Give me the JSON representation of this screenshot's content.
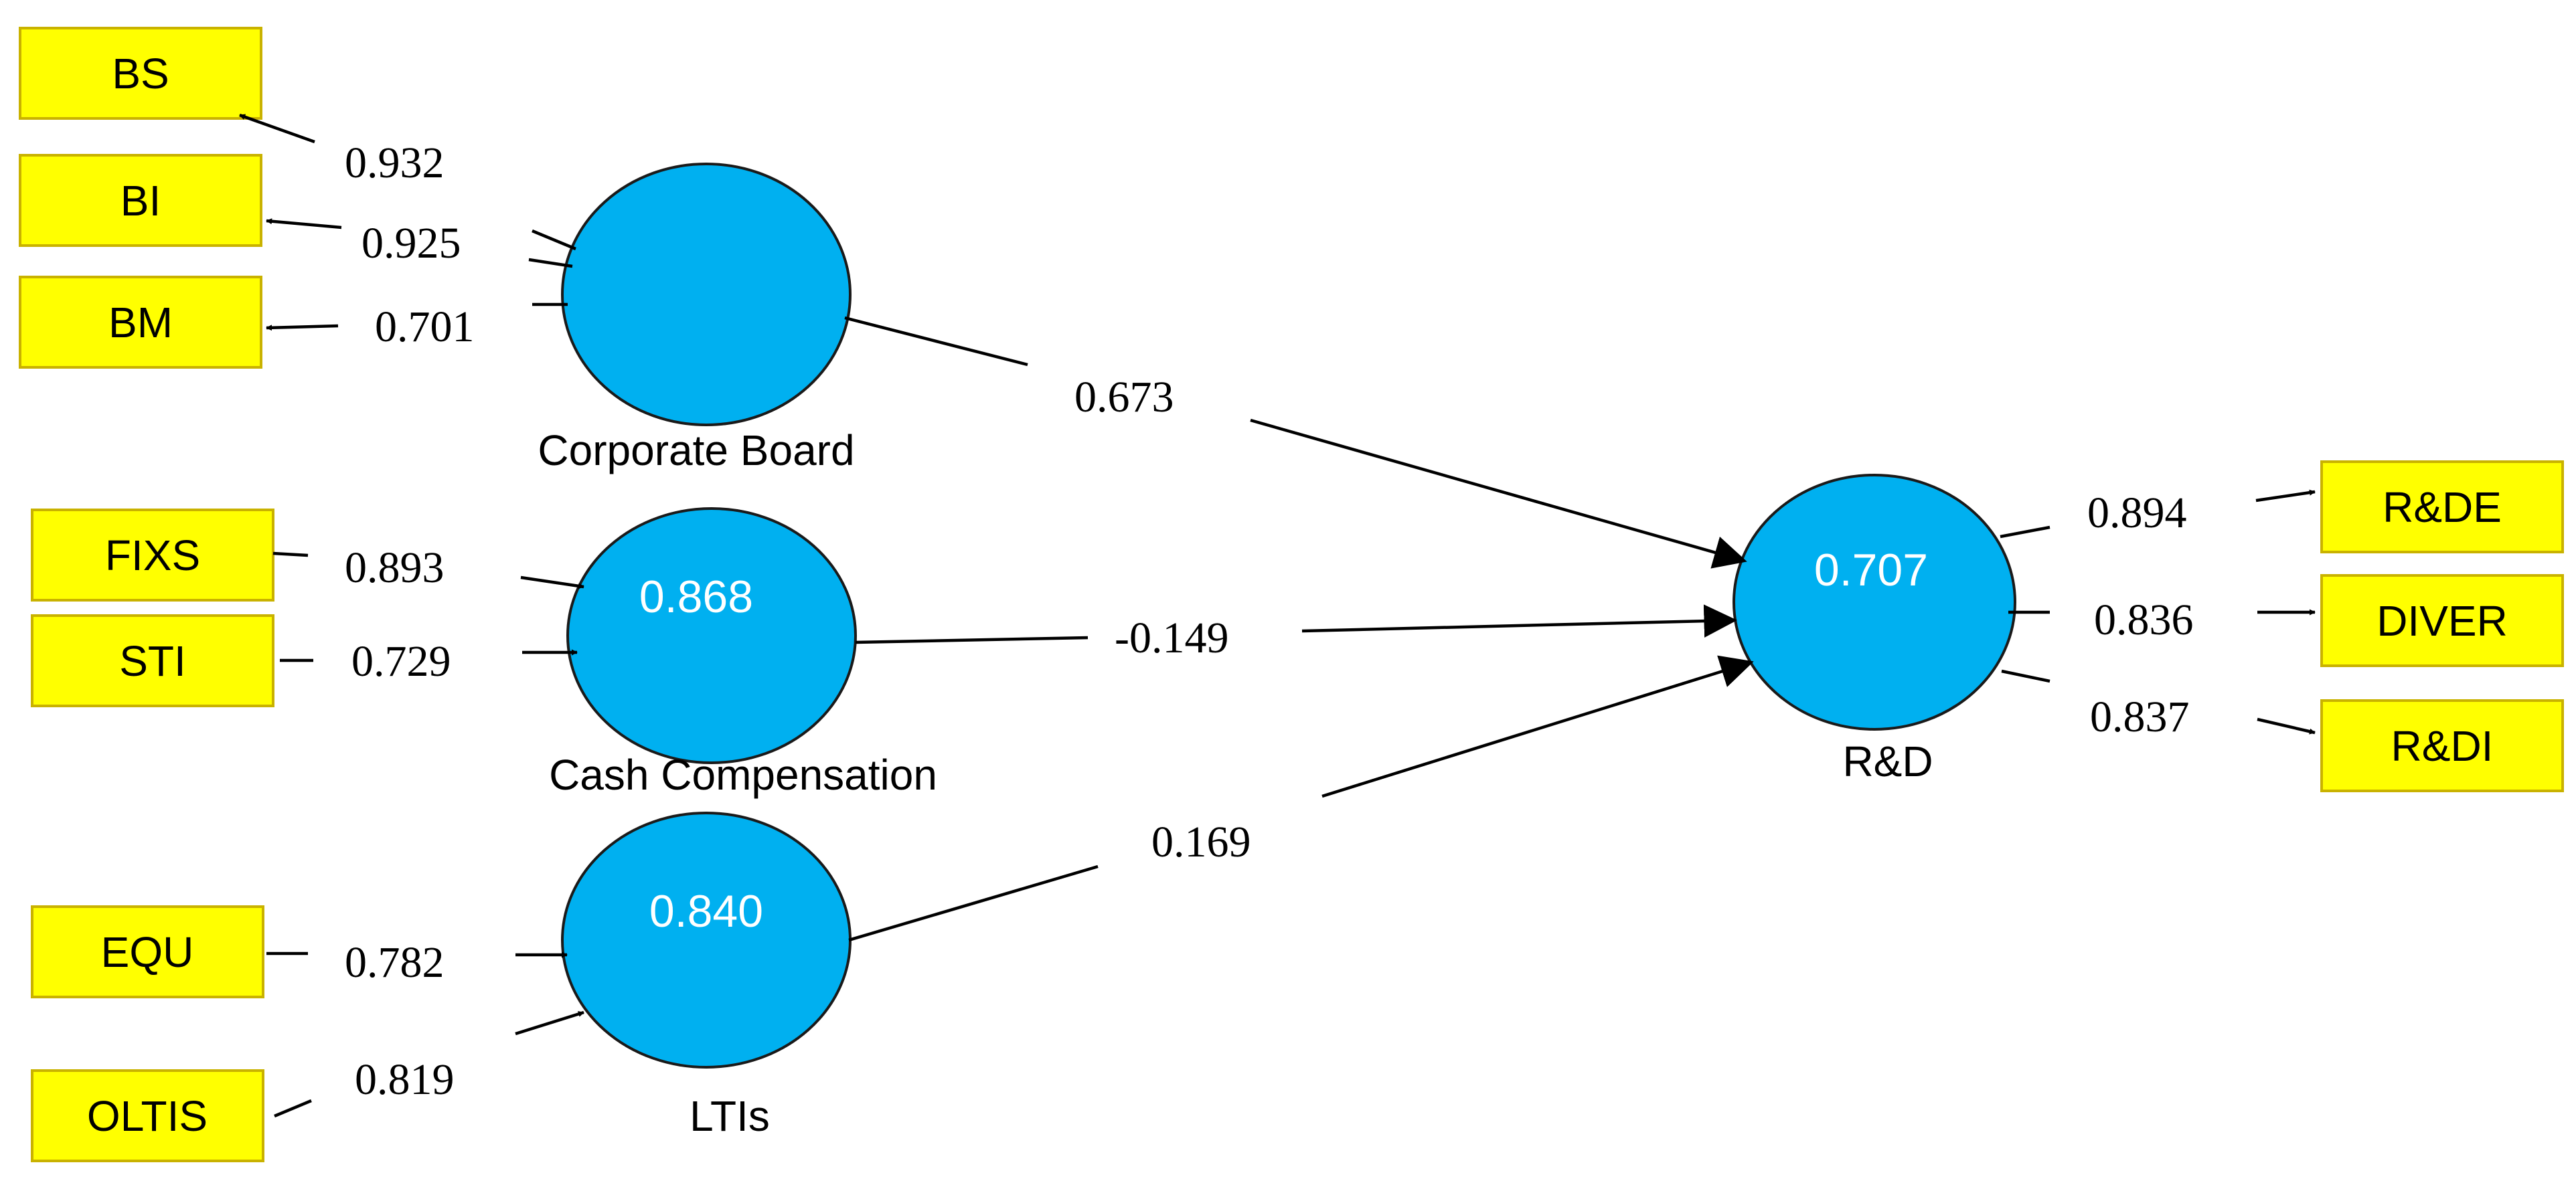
{
  "indicators": {
    "bs": "BS",
    "bi": "BI",
    "bm": "BM",
    "fixs": "FIXS",
    "sti": "STI",
    "equ": "EQU",
    "oltis": "OLTIS",
    "rdde": "R&DE",
    "diver": "DIVER",
    "rdi": "R&DI"
  },
  "constructs": {
    "board": {
      "name": "Corporate Board",
      "r2": ""
    },
    "cash": {
      "name": "Cash Compensation",
      "r2": "0.868"
    },
    "ltis": {
      "name": "LTIs",
      "r2": "0.840"
    },
    "rd": {
      "name": "R&D",
      "r2": "0.707"
    }
  },
  "loadings": {
    "bs": "0.932",
    "bi": "0.925",
    "bm": "0.701",
    "fixs": "0.893",
    "sti": "0.729",
    "equ": "0.782",
    "oltis": "0.819",
    "rdde": "0.894",
    "diver": "0.836",
    "rdi": "0.837"
  },
  "paths": {
    "board_rd": "0.673",
    "cash_rd": "-0.149",
    "ltis_rd": "0.169"
  },
  "colors": {
    "indicator_fill": "#ffff00",
    "construct_fill": "#00b0f0",
    "line": "#000000"
  }
}
